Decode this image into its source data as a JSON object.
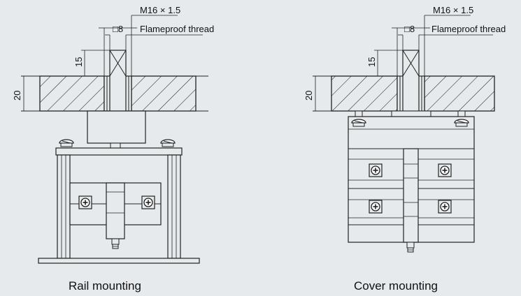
{
  "left": {
    "thread_spec": "M16 × 1.5",
    "square_size": "□8",
    "thread_note": "Flameproof thread",
    "dim_height": "15",
    "dim_thickness": "20",
    "caption": "Rail mounting"
  },
  "right": {
    "thread_spec": "M16 × 1.5",
    "square_size": "□8",
    "thread_note": "Flameproof thread",
    "dim_height": "15",
    "dim_thickness": "20",
    "caption": "Cover mounting"
  },
  "colors": {
    "background": "#e7eaed",
    "line": "#222222",
    "block_fill": "#e7eaed"
  },
  "icons": [
    "screw-head-icon",
    "hatch-pattern"
  ]
}
